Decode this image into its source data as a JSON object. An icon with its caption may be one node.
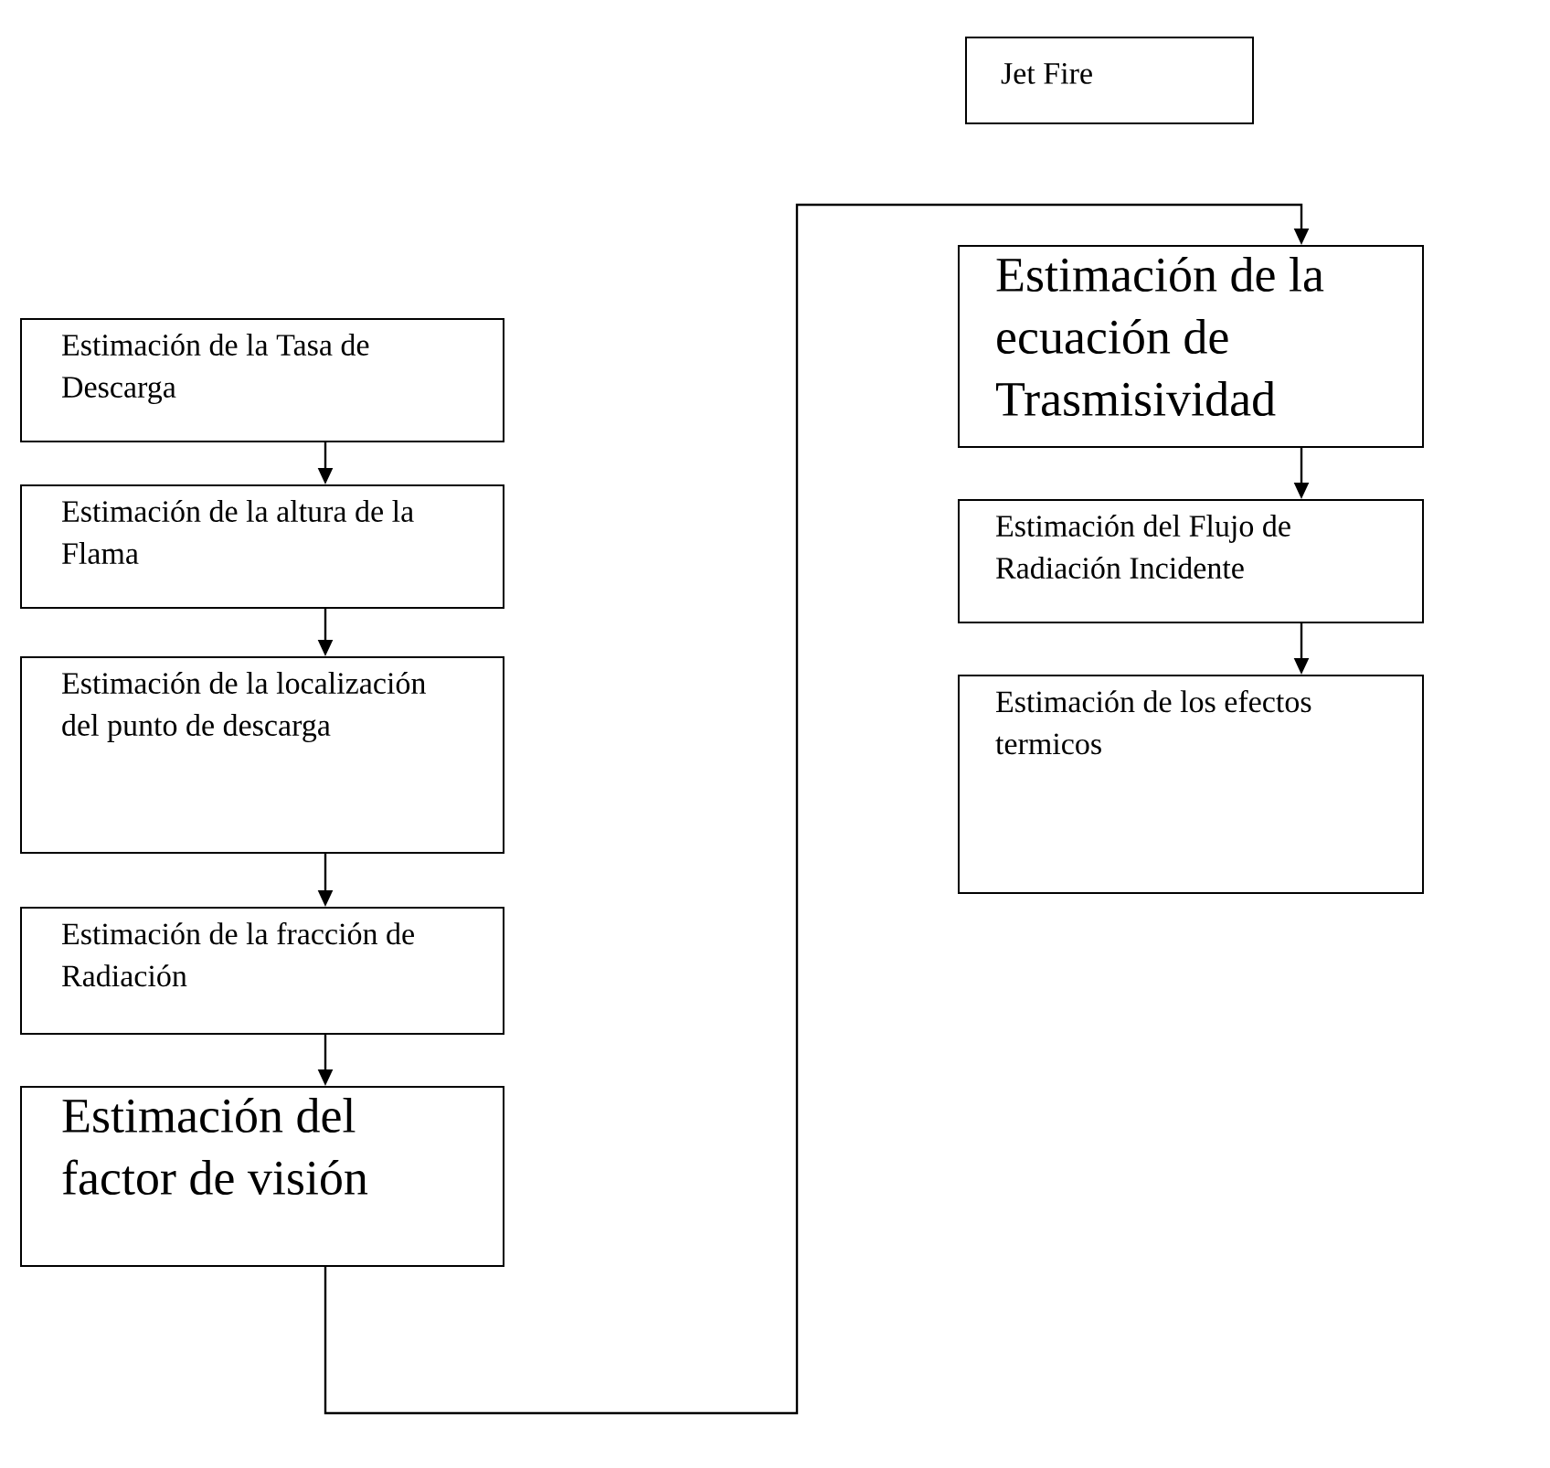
{
  "diagram": {
    "nodes": [
      {
        "text": [
          "Jet Fire"
        ]
      },
      {
        "text": [
          "Estimación de la Tasa de Descarga"
        ]
      },
      {
        "text": [
          "Estimación de la altura de la Flama"
        ]
      },
      {
        "text": [
          "Estimación de la localización del punto de descarga"
        ]
      },
      {
        "text": [
          "Estimación de la fracción de Radiación"
        ]
      },
      {
        "text": [
          "Estimación del factor de visión"
        ]
      },
      {
        "text": [
          "Estimación de la ecuación de Trasmisividad"
        ]
      },
      {
        "text": [
          "Estimación del Flujo de Radiación Incidente"
        ]
      },
      {
        "text": [
          "Estimación de los efectos termicos"
        ]
      }
    ],
    "edges": [
      {
        "from": 1,
        "to": 2,
        "arrow": "to"
      },
      {
        "from": 2,
        "to": 3,
        "arrow": "to"
      },
      {
        "from": 3,
        "to": 4,
        "arrow": "to"
      },
      {
        "from": 4,
        "to": 5,
        "arrow": "to"
      },
      {
        "from": 5,
        "to": 6,
        "arrow": "to"
      },
      {
        "from": 6,
        "to": 7,
        "arrow": "to"
      },
      {
        "from": 7,
        "to": 8,
        "arrow": "to"
      }
    ]
  }
}
